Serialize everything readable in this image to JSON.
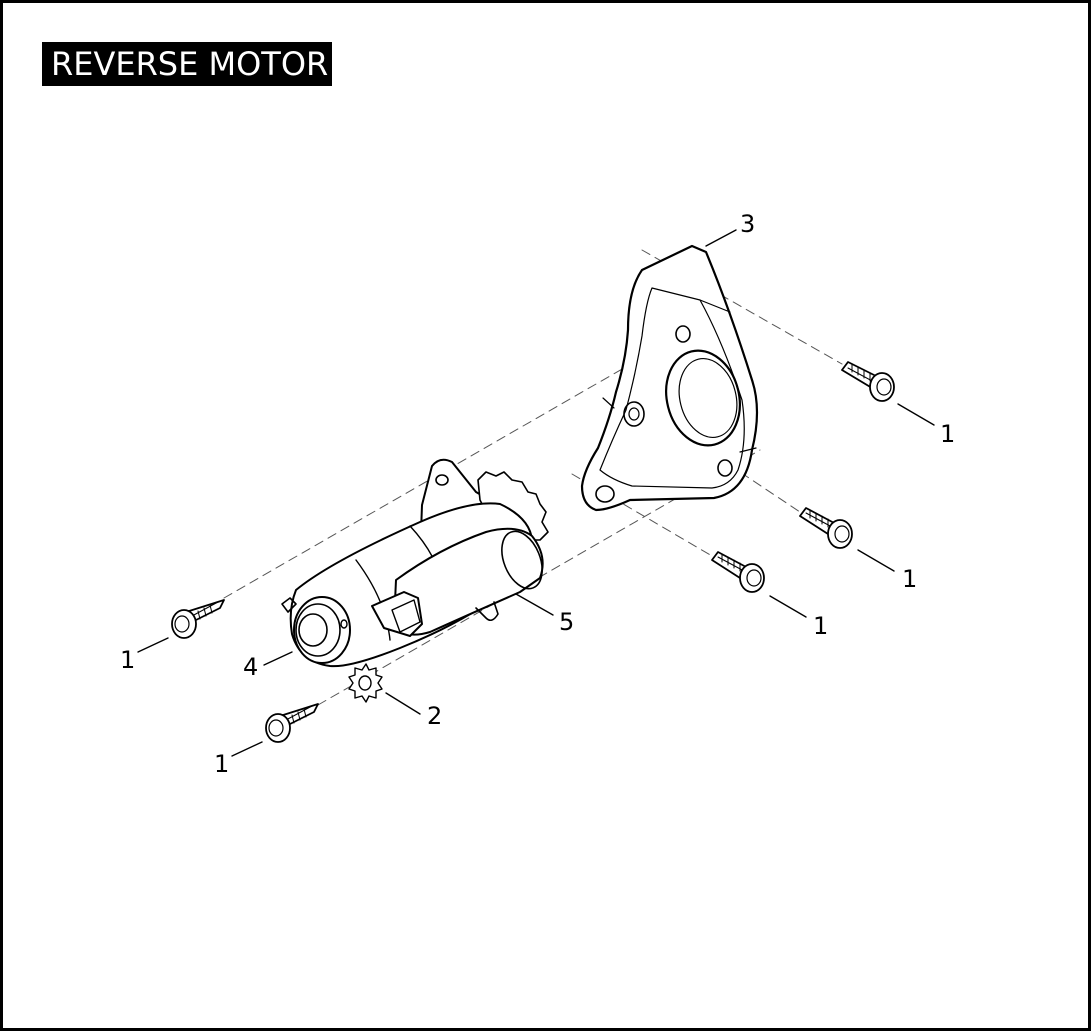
{
  "title": "REVERSE MOTOR",
  "callouts": {
    "bolt_upper_right": "1",
    "bolt_mid_right": "1",
    "bolt_lower_right": "1",
    "bolt_left_upper": "1",
    "bolt_left_lower": "1",
    "gear": "2",
    "bracket": "3",
    "motor": "4",
    "solenoid": "5"
  }
}
